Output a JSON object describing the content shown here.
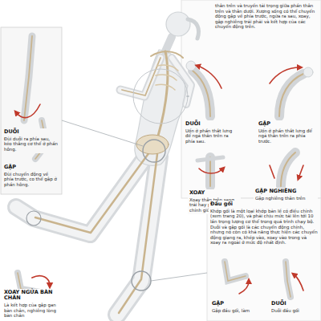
{
  "diagram": {
    "nodes": [
      {
        "text": [
          "thân trên và truyền tải trọng giữa phần thân trên và thân dưới. Xương sống có thể chuyển động gập về phía trước, ngửa ra sau, xoay, gập nghiêng trái phải và kết hợp của các chuyển động trên."
        ]
      },
      {
        "text": [
          "DUỖI",
          "Đùi duỗi ra phía sau, kéo thẳng cơ thể ở phần hông."
        ]
      },
      {
        "text": [
          "GẬP",
          "Đùi chuyển động về phía trước, co thể gập ở phần hông."
        ]
      },
      {
        "text": [
          "DUỖI",
          "Uốn ở phần thắt lưng để ngả thân trên ra phía sau."
        ]
      },
      {
        "text": [
          "GẬP",
          "Uốn ở phần thắt lưng để ngả thân trên ra phía trước."
        ]
      },
      {
        "text": [
          "XOAY",
          "Xoay thân trên sang trái hay phải đường chính giữa cơ thể."
        ]
      },
      {
        "text": [
          "GẬP NGHIÊNG",
          "Gập nghiêng thân trên sang trái hoặc sang phải từ đường chính giữa cơ thể."
        ]
      },
      {
        "text": [
          "Đầu gối",
          "Khớp gối là một loại khớp bản lề có điều chỉnh (xem trang 20), và phải chịu mức tải lên tới 10 lần trọng lượng cơ thể trong quá trình chạy bộ. Duỗi và gập gối là các chuyển động chính, nhưng nó còn có khả năng thực hiện các chuyển động giạng ra, khép vào, xoay vào trong và xoay ra ngoài ở mức độ nhất định."
        ]
      },
      {
        "text": [
          "GẬP",
          "Gập đầu gối, làm"
        ]
      },
      {
        "text": [
          "DUỖI",
          "Duỗi đầu gối"
        ]
      },
      {
        "text": [
          "XOAY NGỬA BÀN CHÂN",
          "Là kết hợp của gập gan bàn chân, nghiêng lòng bàn chân"
        ]
      }
    ]
  }
}
